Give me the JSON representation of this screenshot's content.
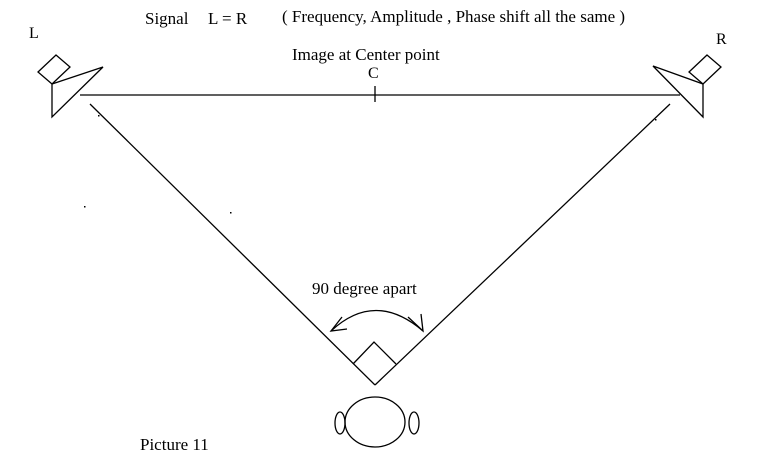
{
  "title": {
    "signal": "Signal",
    "equation": "L = R",
    "description": "( Frequency,  Amplitude , Phase shift all  the  same )"
  },
  "speakers": {
    "left_label": "L",
    "right_label": "R"
  },
  "center": {
    "caption": "Image at Center point",
    "marker_label": "C"
  },
  "listener": {
    "angle_label": "90 degree apart"
  },
  "caption": "Picture 11",
  "colors": {
    "ink": "#000000",
    "background": "#ffffff"
  }
}
